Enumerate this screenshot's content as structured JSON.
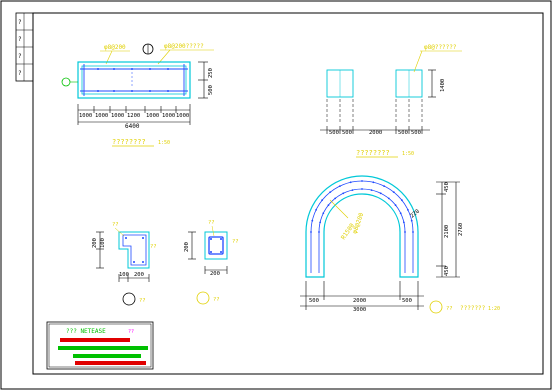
{
  "colors": {
    "line": "#000000",
    "cyan": "#00c8d8",
    "blue": "#1f49ff",
    "yellow": "#e0d000",
    "green": "#00c000",
    "red": "#e00000",
    "magenta": "#ff00ff"
  },
  "top_plan": {
    "callout_1": "φ8@200",
    "callout_2": "φ8@200?????",
    "dim_segments": [
      "1000",
      "1000",
      "1000",
      "1200",
      "1000",
      "1000",
      "1000"
    ],
    "dim_total": "6400",
    "dim_right": [
      "250",
      "500"
    ],
    "title": "????????",
    "scale": "1:50"
  },
  "top_elevation": {
    "callout": "φ8@??????",
    "dim_height": "1400",
    "dim_segments": [
      "500",
      "500",
      "2000",
      "500",
      "500"
    ],
    "title": "????????",
    "scale": "1:50"
  },
  "arch_section": {
    "callout_radius": "R1500",
    "callout_bar": "φ8@200",
    "dim_side": "220",
    "dim_height_1": "2100",
    "dim_height_2": "2760",
    "dim_height_3": "450",
    "dim_base_top": "450",
    "dim_bottom": [
      "500",
      "2000",
      "500"
    ],
    "dim_total": "3000",
    "note_label": "??",
    "note_text": "???????",
    "note_scale": "1:20"
  },
  "detail_left": {
    "label_1": "??",
    "label_2": "??",
    "dim_h1": "200",
    "dim_h2": "100",
    "dim_w1": "100",
    "dim_w2": "200",
    "circle_label": "??"
  },
  "detail_right": {
    "label_1": "??",
    "label_2": "??",
    "dim_h": "200",
    "dim_w": "200",
    "circle_label": "??"
  },
  "title_block": {
    "heading": "??? NETEASE",
    "stamp": "??"
  },
  "side_marks": [
    "?",
    "?",
    "?",
    "?"
  ]
}
